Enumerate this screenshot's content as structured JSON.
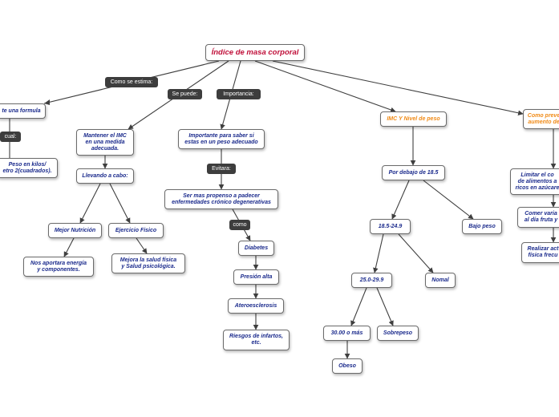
{
  "colors": {
    "edge": "#3f3f3f",
    "node_text": "#1a2a8c",
    "root_text": "#c0103a",
    "orange_text": "#f08a16",
    "tag_bg": "#3d3d3d"
  },
  "root": {
    "text": "Índice de masa corporal"
  },
  "tags": {
    "como_se_estima": "Como se estima:",
    "se_puede": "Se puede:",
    "importancia": "Importancia:",
    "cual": "cual:",
    "evitara": "Evitara:",
    "como": "como"
  },
  "nodes": {
    "formula": "te una formula",
    "peso_formula": "Peso en kilos/\netro 2(cuadrados).",
    "mantener": "Mantener el IMC\nen una medida\nadecuada.",
    "llevando": "Llevando a cabo:",
    "mejor_nutricion": "Mejor Nutrición",
    "ejercicio": "Ejercicio Fisico",
    "nutricion_desc": "Nos aportara energía\ny componentes.",
    "ejercicio_desc": "Mejora la salud física\ny Salud psicológica.",
    "importante": "Importante para saber si\nestas en un peso adecuado",
    "propenso": "Ser mas propenso a padecer\nenfermedades crónico degenerativas",
    "diabetes": "Diabetes",
    "presion": "Presión alta",
    "ateroesclerosis": "Ateroesclerosis",
    "riesgos": "Riesgos de infartos,\netc.",
    "imc_nivel": "IMC Y Nivel de peso",
    "debajo": "Por debajo de 18.5",
    "rango_normal": "18.5-24.9",
    "bajo_peso": "Bajo peso",
    "rango_sobrepeso": "25.0-29.9",
    "normal": "Nomal",
    "rango_obeso": "30.00 o más",
    "sobrepeso": "Sobrepeso",
    "obeso": "Obeso",
    "prevenir": "Como preve\naumento de",
    "limitar": "Limitar el co\nde alimentos a\nricos en azúcare",
    "comer": "Comer varia\nal día fruta y",
    "realizar": "Realizar act\nfísica frecu"
  }
}
